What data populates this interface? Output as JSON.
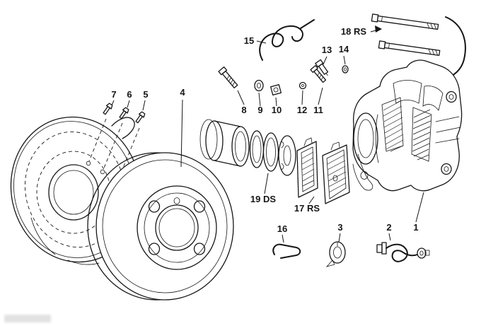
{
  "page": {
    "background": "#ffffff",
    "line_color": "#161616"
  },
  "diagram": {
    "type": "exploded-parts-diagram",
    "labels": [
      "1",
      "2",
      "3",
      "4",
      "5",
      "6",
      "7",
      "8",
      "9",
      "10",
      "11",
      "12",
      "13",
      "14",
      "15",
      "16",
      "17 RS",
      "18 RS",
      "19 DS"
    ]
  }
}
